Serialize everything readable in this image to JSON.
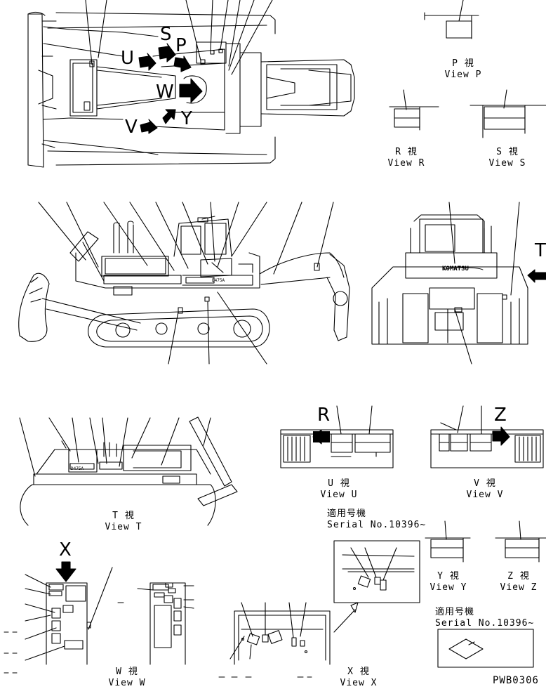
{
  "views": {
    "p": {
      "jp": "P 視",
      "en": "View P"
    },
    "r": {
      "jp": "R 視",
      "en": "View R"
    },
    "s": {
      "jp": "S 視",
      "en": "View S"
    },
    "t": {
      "jp": "T 視",
      "en": "View T"
    },
    "u": {
      "jp": "U 視",
      "en": "View U"
    },
    "v": {
      "jp": "V 視",
      "en": "View V"
    },
    "w": {
      "jp": "W 視",
      "en": "View W"
    },
    "x": {
      "jp": "X 視",
      "en": "View X"
    },
    "y": {
      "jp": "Y 視",
      "en": "View Y"
    },
    "z": {
      "jp": "Z 視",
      "en": "View Z"
    }
  },
  "view_letters": {
    "s": "S",
    "p": "P",
    "u": "U",
    "w": "W",
    "v": "V",
    "y": "Y",
    "t": "T",
    "r": "R",
    "z": "Z",
    "x": "X"
  },
  "serial_notes": [
    {
      "jp": "適用号機",
      "en": "Serial No.10396~"
    },
    {
      "jp": "適用号機",
      "en": "Serial No.10396~"
    }
  ],
  "machine_brand": "KOMATSU",
  "plate_text": "D475A",
  "drawing_code": "PWB0306"
}
